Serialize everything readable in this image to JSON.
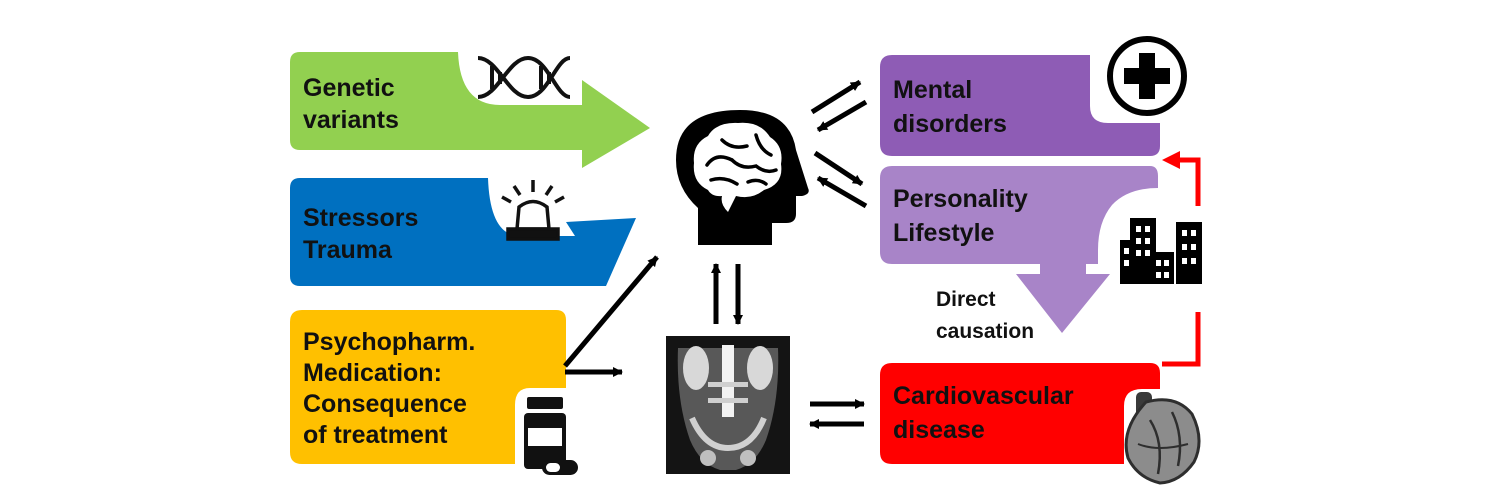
{
  "colors": {
    "genetic": "#92d050",
    "stress": "#0070c0",
    "psycho": "#ffc000",
    "mental": "#8e5cb5",
    "personality": "#a884c8",
    "cardio": "#ff0000",
    "arrow": "#000000",
    "feedback": "#ff0000"
  },
  "boxes": {
    "genetic": {
      "line1": "Genetic",
      "line2": "variants",
      "icon": "dna-icon"
    },
    "stress": {
      "line1": "Stressors",
      "line2": "Trauma",
      "icon": "siren-icon"
    },
    "psycho": {
      "line1": "Psychopharm.",
      "line2": "Medication:",
      "line3": "Consequence",
      "line4": "of treatment",
      "icon": "medicine-bottle-icon"
    },
    "mental": {
      "line1": "Mental",
      "line2": "disorders",
      "icon": "medical-cross-icon"
    },
    "personality": {
      "line1": "Personality",
      "line2": "Lifestyle",
      "icon": "city-buildings-icon"
    },
    "cardio": {
      "line1": "Cardiovascular",
      "line2": "disease",
      "icon": "heart-icon"
    }
  },
  "center": {
    "head_icon": "brain-head-icon",
    "scan_icon": "body-mri-scan-icon"
  },
  "annotations": {
    "direct_line1": "Direct",
    "direct_line2": "causation"
  }
}
